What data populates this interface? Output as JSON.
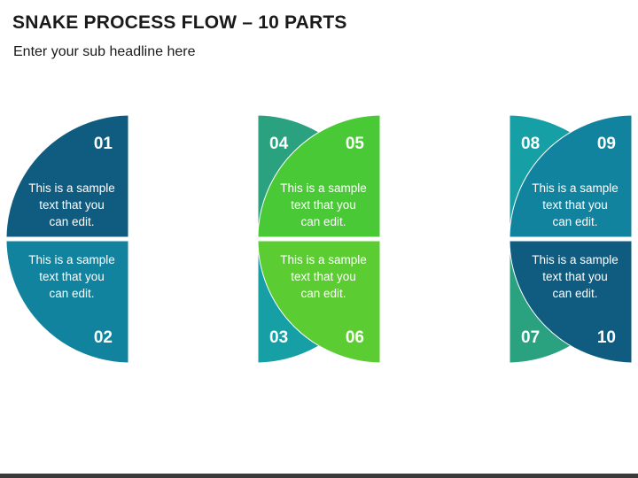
{
  "title": "SNAKE PROCESS FLOW – 10 PARTS",
  "subtitle": "Enter your sub headline here",
  "parts": [
    {
      "number": "01",
      "text": [
        "This is a sample",
        "text that you",
        "can edit."
      ],
      "color": "#0f5c80"
    },
    {
      "number": "02",
      "text": [
        "This is a sample",
        "text that you",
        "can edit."
      ],
      "color": "#12839e"
    },
    {
      "number": "03",
      "text": [
        "This is a sample",
        "text that you",
        "can edit."
      ],
      "color": "#169fa5"
    },
    {
      "number": "04",
      "text": [
        "This is a sample",
        "text that you",
        "can edit."
      ],
      "color": "#2aa17f"
    },
    {
      "number": "05",
      "text": [
        "This is a sample",
        "text that you",
        "can edit."
      ],
      "color": "#4ac936"
    },
    {
      "number": "06",
      "text": [
        "This is a sample",
        "text that you",
        "can edit."
      ],
      "color": "#5ccc33"
    },
    {
      "number": "07",
      "text": [
        "This is a sample",
        "text that you",
        "can edit."
      ],
      "color": "#2aa17f"
    },
    {
      "number": "08",
      "text": [
        "This is a sample",
        "text that you",
        "can edit."
      ],
      "color": "#169fa5"
    },
    {
      "number": "09",
      "text": [
        "This is a sample",
        "text that you",
        "can edit."
      ],
      "color": "#12839e"
    },
    {
      "number": "10",
      "text": [
        "This is a sample",
        "text that you",
        "can edit."
      ],
      "color": "#0f5c80"
    }
  ]
}
